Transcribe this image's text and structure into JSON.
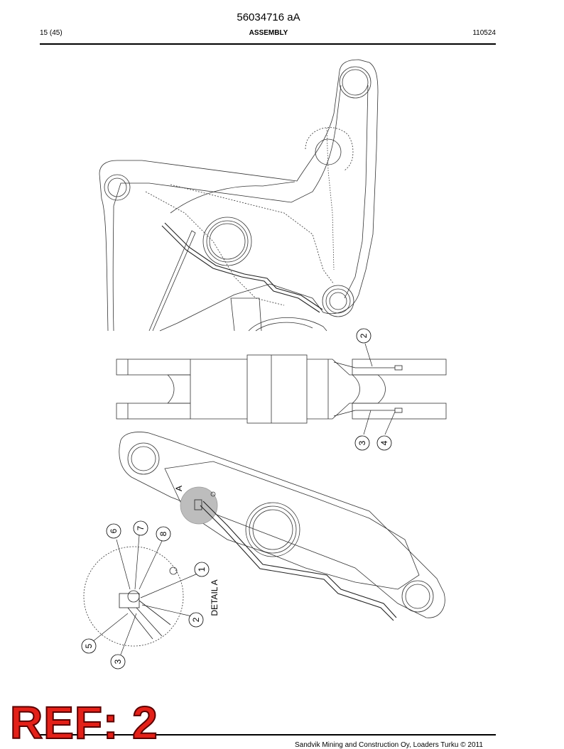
{
  "header": {
    "document_number": "56034716 aA",
    "page": "15 (45)",
    "section": "ASSEMBLY",
    "date_code": "110524"
  },
  "drawing": {
    "callouts_top": [
      "2",
      "3",
      "4"
    ],
    "detail_label": "DETAIL A",
    "detail_marker": "A",
    "callouts_detail": [
      "6",
      "7",
      "8",
      "1",
      "2",
      "5",
      "3"
    ]
  },
  "footer": {
    "stamp": "REF: 2",
    "company": "Sandvik Mining and Construction Oy, Loaders Turku © 2011"
  },
  "colors": {
    "stamp": "#e32119",
    "detail_highlight": "#bdbdbd"
  }
}
